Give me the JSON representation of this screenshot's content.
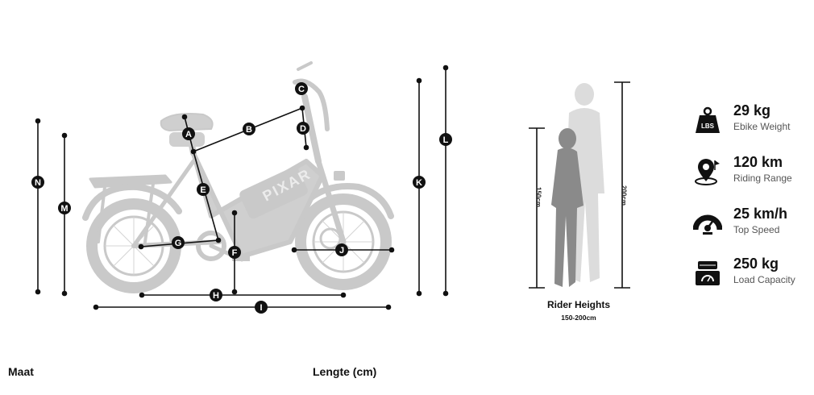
{
  "bike": {
    "brand": "PIXAR",
    "dimension_labels": [
      "A",
      "B",
      "C",
      "D",
      "E",
      "F",
      "G",
      "H",
      "I",
      "J",
      "K",
      "L",
      "M",
      "N"
    ]
  },
  "riders": {
    "title": "Rider Heights",
    "range": "150-200cm",
    "short_label": "150cm",
    "tall_label": "200cm"
  },
  "specs": [
    {
      "value": "29 kg",
      "label": "Ebike Weight",
      "icon": "weight-icon",
      "icon_text": "LBS"
    },
    {
      "value": "120 km",
      "label": "Riding Range",
      "icon": "location-pin-icon"
    },
    {
      "value": "25 km/h",
      "label": "Top Speed",
      "icon": "speedometer-icon"
    },
    {
      "value": "250 kg",
      "label": "Load Capacity",
      "icon": "scale-icon"
    }
  ],
  "table_headers": {
    "size": "Maat",
    "length": "Lengte (cm)"
  },
  "colors": {
    "bike_gray": "#c9c9c9",
    "line_dark": "#111111",
    "person_short": "#8a8a8a",
    "person_tall": "#dcdcdc"
  }
}
